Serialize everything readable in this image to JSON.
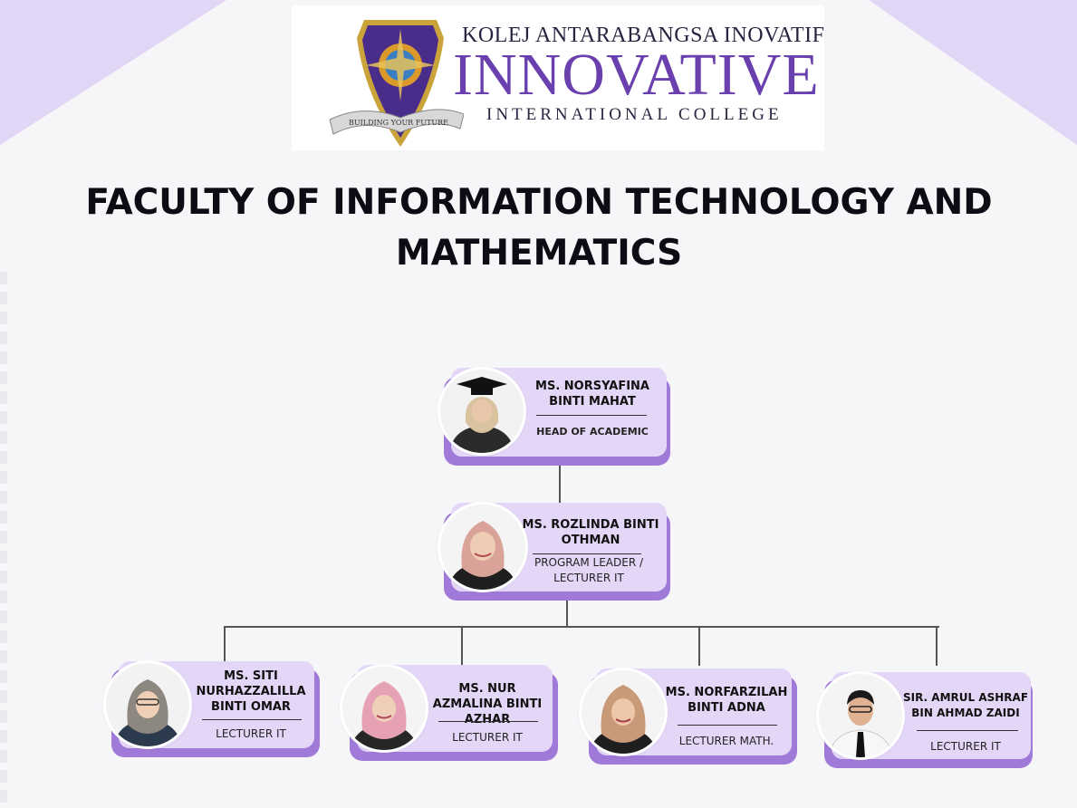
{
  "logo": {
    "line1": "KOLEJ ANTARABANGSA INOVATIF",
    "line2": "INNOVATIVE",
    "line3": "INTERNATIONAL COLLEGE",
    "ribbon": "BUILDING YOUR FUTURE"
  },
  "title": "FACULTY OF INFORMATION TECHNOLOGY AND MATHEMATICS",
  "people": [
    {
      "name": "MS. NORSYAFINA BINTI MAHAT",
      "role": "HEAD OF ACADEMIC"
    },
    {
      "name": "MS. ROZLINDA BINTI OTHMAN",
      "role": "PROGRAM LEADER / LECTURER IT"
    },
    {
      "name": "MS. SITI NURHAZZALILLA BINTI OMAR",
      "role": "LECTURER IT"
    },
    {
      "name": "MS. NUR AZMALINA BINTI AZHAR",
      "role": "LECTURER IT"
    },
    {
      "name": "MS. NORFARZILAH BINTI ADNA",
      "role": "LECTURER MATH."
    },
    {
      "name": "SIR. AMRUL ASHRAF BIN AHMAD ZAIDI",
      "role": "LECTURER IT"
    }
  ],
  "colors": {
    "accent": "#a07ad8",
    "panel": "#e4d6f7",
    "corner": "#e2d6f6",
    "logo_text": "#6a3fae"
  }
}
